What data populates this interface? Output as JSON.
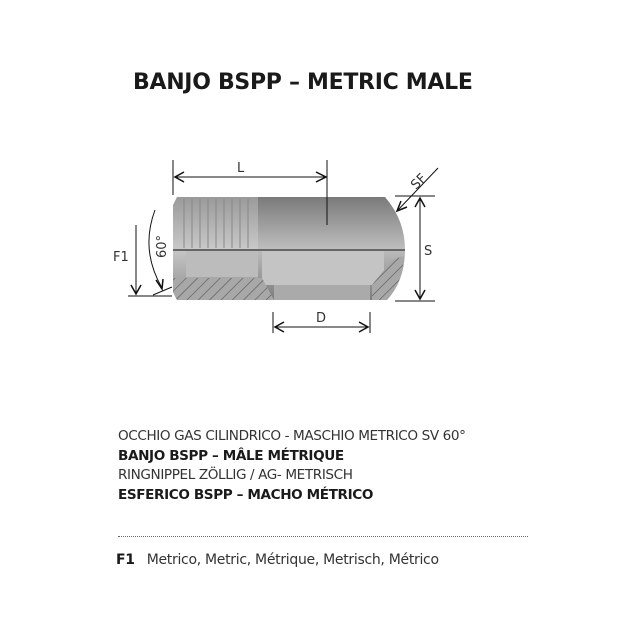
{
  "title": "BANJO BSPP – METRIC MALE",
  "drawing": {
    "labels": {
      "L": "L",
      "S": "S",
      "D": "D",
      "F1": "F1",
      "SF": "SF",
      "angle": "60°"
    }
  },
  "descriptions": [
    {
      "text": "OCCHIO GAS CILINDRICO - MASCHIO METRICO SV 60°",
      "bold": false
    },
    {
      "text": "BANJO BSPP – MÂLE MÉTRIQUE",
      "bold": true
    },
    {
      "text": "RINGNIPPEL ZÖLLIG / AG- METRISCH",
      "bold": false
    },
    {
      "text": "ESFERICO BSPP – MACHO MÉTRICO",
      "bold": true
    }
  ],
  "legend": {
    "key": "F1",
    "value": "Metrico, Metric, Métrique, Metrisch, Métrico"
  }
}
